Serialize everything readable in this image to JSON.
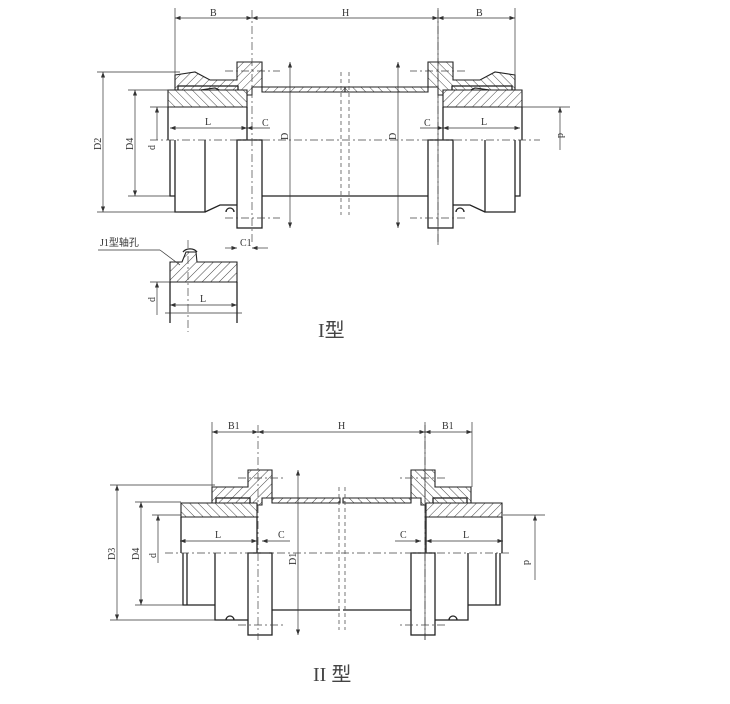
{
  "type1": {
    "dims": {
      "B_left": "B",
      "H": "H",
      "B_right": "B",
      "D2": "D2",
      "D4": "D4",
      "d_left": "d",
      "L_left": "L",
      "C_left": "C",
      "D_left": "D",
      "D_right": "D",
      "C_right": "C",
      "L_right": "L",
      "d_right": "d"
    },
    "detail": {
      "label": "J1型轴孔",
      "C1": "C1",
      "d": "d",
      "L": "L"
    },
    "caption": "I型"
  },
  "type2": {
    "dims": {
      "B1_left": "B1",
      "H": "H",
      "B1_right": "B1",
      "D3": "D3",
      "D4": "D4",
      "d_left": "d",
      "L_left": "L",
      "C_left": "C",
      "D1": "D1",
      "C_right": "C",
      "L_right": "L",
      "d_right": "d"
    },
    "caption": "II 型"
  }
}
